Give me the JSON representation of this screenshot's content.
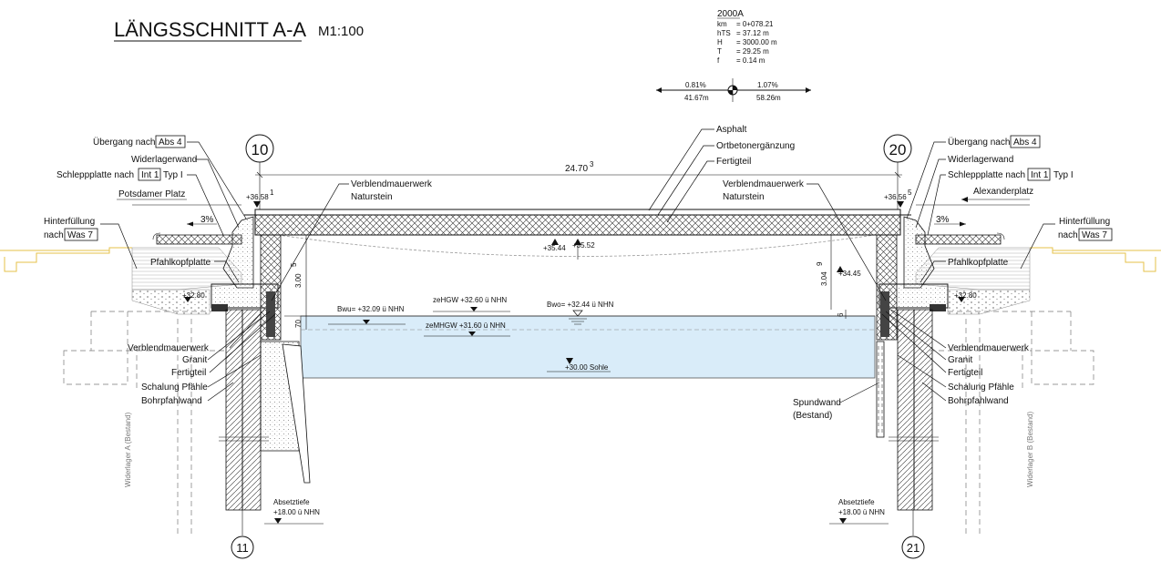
{
  "title": "LÄNGSSCHNITT A-A",
  "scale": "M1:100",
  "alignment": {
    "id": "2000A",
    "rows": [
      {
        "k": "km",
        "v": "= 0+078.21"
      },
      {
        "k": "hTS",
        "v": "= 37.12 m"
      },
      {
        "k": "H",
        "v": "= 3000.00 m"
      },
      {
        "k": "T",
        "v": "= 29.25 m"
      },
      {
        "k": "f",
        "v": "= 0.14 m"
      }
    ],
    "grade_left": "0.81%",
    "grade_right": "1.07%",
    "dist_left": "41.67m",
    "dist_right": "58.26m"
  },
  "axes": {
    "a10": "10",
    "a20": "20",
    "a11": "11",
    "a21": "21"
  },
  "span": "24.70",
  "span_sup": "3",
  "levels": {
    "left_top": "+36.58",
    "left_top_sup": "1",
    "right_top": "+36.56",
    "right_top_sup": "5",
    "mid1": "+35.44",
    "mid2": "+35.52",
    "right_mid": "+34.45",
    "left_bear": "+32.80",
    "right_bear": "+32.80",
    "bwu": "Bwu= +32.09 ü NHN",
    "bwo": "Bwo= +32.44 ü NHN",
    "zehgw": "zeHGW +32.60 ü NHN",
    "zemhgw": "zeMHGW +31.60 ü NHN",
    "sohle": "+30.00 Sohle",
    "abs_label": "Absetztiefe",
    "abs_value": "+18.00 ü NHN"
  },
  "dims": {
    "left_h": "3.00",
    "left_h_sup": "5",
    "right_h": "3.04",
    "right_h_sup": "9",
    "left_70": "70",
    "right_6": "6"
  },
  "slopes": {
    "left": "3%",
    "right": "3%"
  },
  "labels_left": {
    "uebergang": "Übergang nach",
    "uebergang_box": "Abs 4",
    "widerlagerwand": "Widerlagerwand",
    "schlepp": "Schleppplatte nach",
    "schlepp_box": "Int 1",
    "schlepp_typ": "Typ I",
    "street": "Potsdamer Platz",
    "hinter": "Hinterfüllung",
    "nach": "nach",
    "hinter_box": "Was 7",
    "pfahlkopf": "Pfahlkopfplatte",
    "verblend": "Verblendmauerwerk",
    "granit": "Granit",
    "fertigteil": "Fertigteil",
    "schalung": "Schalung Pfähle",
    "bohrpfahl": "Bohrpfahlwand",
    "bestand": "Widerlager A (Bestand)"
  },
  "labels_right": {
    "uebergang": "Übergang nach",
    "uebergang_box": "Abs 4",
    "widerlagerwand": "Widerlagerwand",
    "schlepp": "Schleppplatte nach",
    "schlepp_box": "Int 1",
    "schlepp_typ": "Typ I",
    "street": "Alexanderplatz",
    "hinter": "Hinterfüllung",
    "nach": "nach",
    "hinter_box": "Was 7",
    "pfahlkopf": "Pfahlkopfplatte",
    "verblend": "Verblendmauerwerk",
    "granit": "Granit",
    "fertigteil": "Fertigteil",
    "schalung": "Schalung Pfähle",
    "bohrpfahl": "Bohrpfahlwand",
    "spundwand": "Spundwand",
    "spundwand2": "(Bestand)",
    "bestand": "Widerlager B (Bestand)"
  },
  "labels_center": {
    "asphalt": "Asphalt",
    "ortbeton": "Ortbetonergänzung",
    "fertigteil": "Fertigteil",
    "verblend_l1": "Verblendmauerwerk",
    "verblend_l2": "Naturstein",
    "verblend_r1": "Verblendmauerwerk",
    "verblend_r2": "Naturstein"
  },
  "colors": {
    "water": "#d9ecf9",
    "backfill_yellow": "#e6c24a",
    "line": "#111111"
  }
}
